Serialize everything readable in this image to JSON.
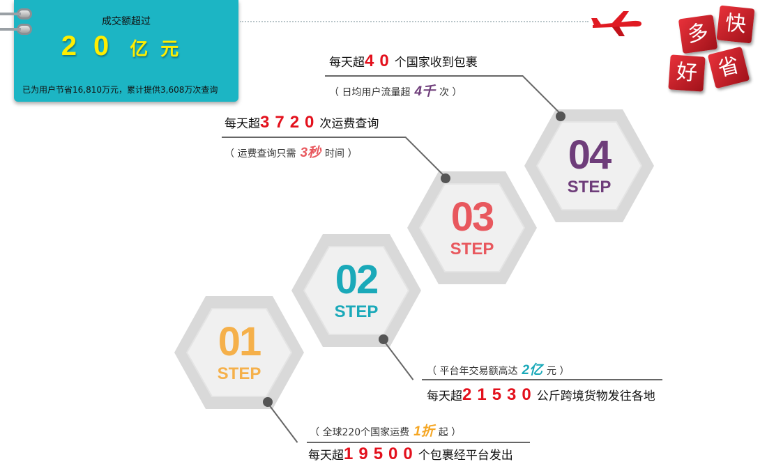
{
  "banner": {
    "title": "成交额超过",
    "amount": "20",
    "unit": "亿元",
    "subtitle": "已为用户节省16,810万元，累计提供3,608万次查询"
  },
  "badge": {
    "cubes": [
      "多",
      "快",
      "好",
      "省"
    ]
  },
  "steps": [
    {
      "num": "01",
      "label": "STEP",
      "color": "#f5b04a",
      "note": {
        "prefix": "（ 全球220个国家运费",
        "highlight": "1折",
        "suffix": "起 ）",
        "color": "#f5a623"
      },
      "caption": {
        "prefix": "每天超",
        "value": "19500",
        "suffix": "个包裹经平台发出"
      }
    },
    {
      "num": "02",
      "label": "STEP",
      "color": "#1aa9b9",
      "note": {
        "prefix": "（ 平台年交易额高达",
        "highlight": "2亿",
        "suffix": "元 ）",
        "color": "#1aa9b9"
      },
      "caption": {
        "prefix": "每天超",
        "value": "21530",
        "suffix": "公斤跨境货物发往各地"
      }
    },
    {
      "num": "03",
      "label": "STEP",
      "color": "#e8585e",
      "note": {
        "prefix": "（ 运费查询只需",
        "highlight": "3秒",
        "suffix": "时间 ）",
        "color": "#e8585e"
      },
      "caption": {
        "prefix": "每天超",
        "value": "3720",
        "suffix": "次运费查询"
      }
    },
    {
      "num": "04",
      "label": "STEP",
      "color": "#6e3d7a",
      "note": {
        "prefix": "（ 日均用户流量超",
        "highlight": "4千",
        "suffix": "次 ）",
        "color": "#6e3d7a"
      },
      "caption": {
        "prefix": "每天超",
        "value": "40",
        "suffix": "个国家收到包裹"
      }
    }
  ]
}
